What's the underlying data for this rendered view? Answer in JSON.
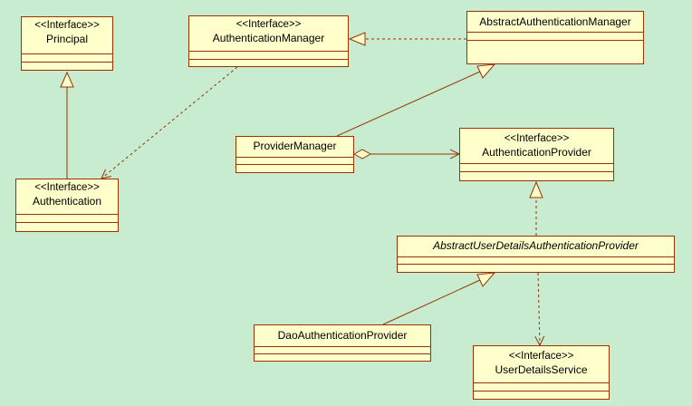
{
  "diagram": {
    "background": "#c8ecd0",
    "box_fill": "#ffffcc",
    "line_color": "#993300",
    "classes": {
      "principal": {
        "stereotype": "<<Interface>>",
        "name": "Principal"
      },
      "authentication": {
        "stereotype": "<<Interface>>",
        "name": "Authentication"
      },
      "authentication_manager": {
        "stereotype": "<<Interface>>",
        "name": "AuthenticationManager"
      },
      "abstract_authentication_manager": {
        "name": "AbstractAuthenticationManager"
      },
      "provider_manager": {
        "name": "ProviderManager"
      },
      "authentication_provider": {
        "stereotype": "<<Interface>>",
        "name": "AuthenticationProvider"
      },
      "abstract_user_details_authentication_provider": {
        "name": "AbstractUserDetailsAuthenticationProvider",
        "abstract": true
      },
      "dao_authentication_provider": {
        "name": "DaoAuthenticationProvider"
      },
      "user_details_service": {
        "stereotype": "<<Interface>>",
        "name": "UserDetailsService"
      }
    },
    "relationships": [
      {
        "from": "Authentication",
        "to": "Principal",
        "type": "generalization"
      },
      {
        "from": "AbstractAuthenticationManager",
        "to": "AuthenticationManager",
        "type": "realization"
      },
      {
        "from": "AuthenticationManager",
        "to": "Authentication",
        "type": "dependency"
      },
      {
        "from": "ProviderManager",
        "to": "AbstractAuthenticationManager",
        "type": "generalization"
      },
      {
        "from": "ProviderManager",
        "to": "AuthenticationProvider",
        "type": "aggregation"
      },
      {
        "from": "AbstractUserDetailsAuthenticationProvider",
        "to": "AuthenticationProvider",
        "type": "realization"
      },
      {
        "from": "DaoAuthenticationProvider",
        "to": "AbstractUserDetailsAuthenticationProvider",
        "type": "generalization"
      },
      {
        "from": "AbstractUserDetailsAuthenticationProvider",
        "to": "UserDetailsService",
        "type": "dependency"
      }
    ]
  }
}
